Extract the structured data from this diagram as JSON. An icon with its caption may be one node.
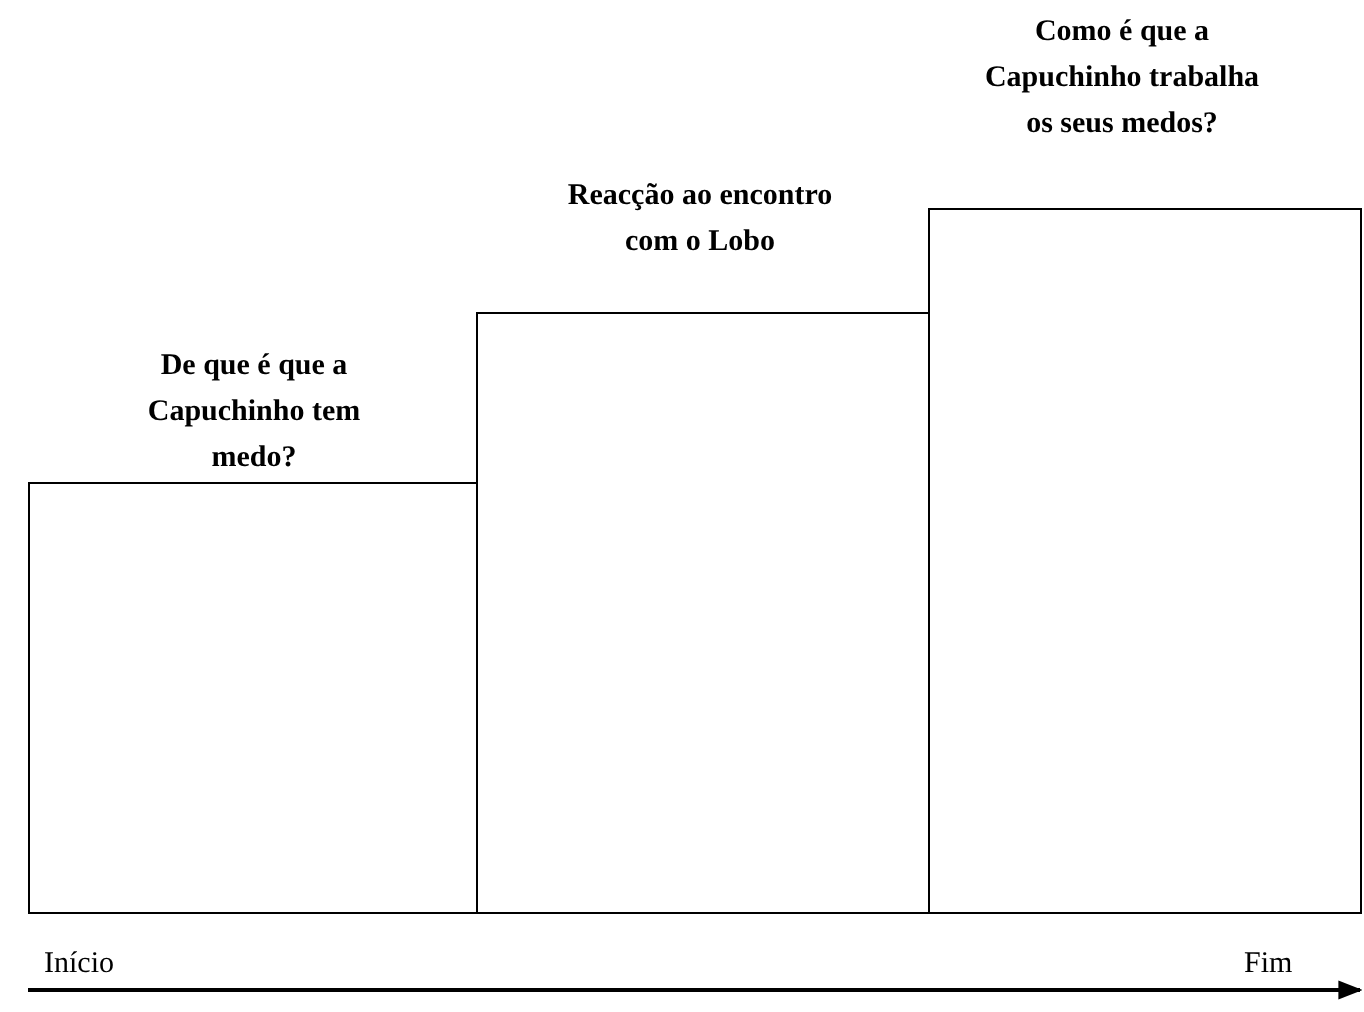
{
  "diagram": {
    "nodes": [
      {
        "text": [
          "De que é que a Capuchinho tem medo?"
        ]
      },
      {
        "text": [
          "Reacção ao encontro com o Lobo"
        ]
      },
      {
        "text": [
          "Como é que a Capuchinho trabalha os seus medos?"
        ]
      }
    ],
    "labels": [
      "Início",
      "Fim"
    ]
  }
}
